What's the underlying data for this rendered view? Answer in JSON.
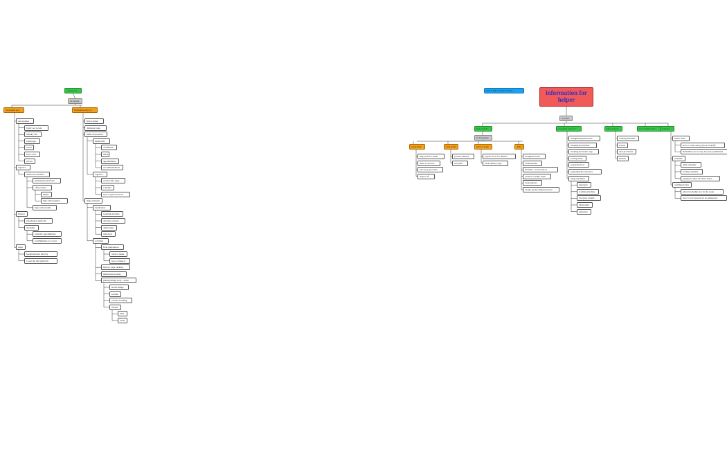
{
  "left_tree": {
    "root": "preparation",
    "sub": "by person",
    "branches": [
      {
        "label": "Sizwezaki (se)",
        "items": [
          {
            "label": "get supplies",
            "children": [
              "fabric per recent",
              "laundry bin",
              "trash bags",
              "towel",
              "face cover",
              "gloves"
            ]
          },
          {
            "label": "logistics",
            "children": [
              {
                "label": "childcare schedule",
                "children": [
                  "information platform",
                  {
                    "label": "offer pointer",
                    "children": [
                      "kindle",
                      "help with logistics"
                    ]
                  },
                  "help with errands"
                ]
              }
            ]
          },
          {
            "label": "finance",
            "children": [
              "information platform",
              {
                "label": "checklist",
                "children": [
                  "calendar appointments",
                  "commitments to Covers"
                ]
              }
            ]
          },
          {
            "label": "learn",
            "children": [
              "hospitalization directly",
              "to use the info platform"
            ]
          }
        ]
      },
      {
        "label": "Nabushawadt (s.t.)",
        "items": [
          "find a helper",
          "delineate tasks",
          {
            "label": "make drop-server",
            "children": [
              {
                "label": "health info",
                "children": [
                  "conditions",
                  "meds",
                  "appointments",
                  "recommendations"
                ]
              },
              {
                "label": "logistics",
                "children": [
                  "contact info page",
                  "schedule",
                  "how to get in and out"
                ]
              }
            ]
          },
          {
            "label": "make manuals",
            "children": [
              {
                "label": "installation",
                "children": [
                  "washing machine",
                  "dry glass cleaner",
                  "dishwasher",
                  "induction"
                ]
              },
              {
                "label": "activities",
                "children": [
                  {
                    "label": "food preparation",
                    "children": [
                      "what to make",
                      "how to make it"
                    ]
                  },
                  "history: sage cleanup",
                  "medication sorting",
                  {
                    "label": "putting things away - maps",
                    "children": [
                      "stored things",
                      "kitchen",
                      "towels / bedding",
                      {
                        "label": "closets",
                        "children": [
                          "dirty",
                          "clean"
                        ]
                      }
                    ]
                  }
                ]
              }
            ]
          }
        ]
      }
    ]
  },
  "right_tree": {
    "note": "look at help for kiss and tips",
    "title": "information for helper",
    "sub": "by topic",
    "topics": [
      {
        "label": "hash and/all",
        "sub": "by frequency",
        "groups": [
          {
            "label": "every time",
            "items": [
              "help pack for meals",
              "drive to doctors",
              "put away groceries",
              "drop it off"
            ]
          },
          {
            "label": "each week",
            "items": [
              "process laundry",
              "sort pills"
            ]
          },
          {
            "label": "twice a week",
            "items": [
              "prepare food for dinners",
              "clean dietary cage"
            ]
          },
          {
            "label": "daily",
            "items": [
              "straighten house",
              "clean kitchen",
              "facilitate / lock rotation",
              "promote weekly baths",
              "clean glasses",
              "charge (pad) computer phone"
            ]
          }
        ]
      },
      {
        "label": "economic tools etc",
        "items": [
          "straightening the house",
          "cleaning the kitchen",
          "cleaning the home cage",
          "sorting meds",
          "preparing food",
          "projecting the reference",
          {
            "label": "using machines",
            "children": [
              "detergent",
              "washing machine",
              "dry glass cleaner",
              "dishwasher",
              "induction"
            ]
          }
        ]
      },
      {
        "label": "blacy layout",
        "items": [
          "washing machine",
          "towels",
          "dear per moms",
          "kitchen"
        ]
      },
      {
        "label": "bed / health tasks",
        "items": []
      },
      {
        "label": "logistics",
        "items": [
          {
            "label": "house rules",
            "children": [
              "how to come and go (door lockoff)",
              "Remember not to stay in every pad/kitchen"
            ]
          },
          {
            "label": "schedule",
            "children": [
              "daily schedule",
              "weekly schedule",
              "payment values and hour sheet"
            ]
          },
          {
            "label": "communication",
            "children": [
              "when it schedule not be the week",
              "how to reach people in an emergency"
            ]
          }
        ]
      }
    ]
  }
}
